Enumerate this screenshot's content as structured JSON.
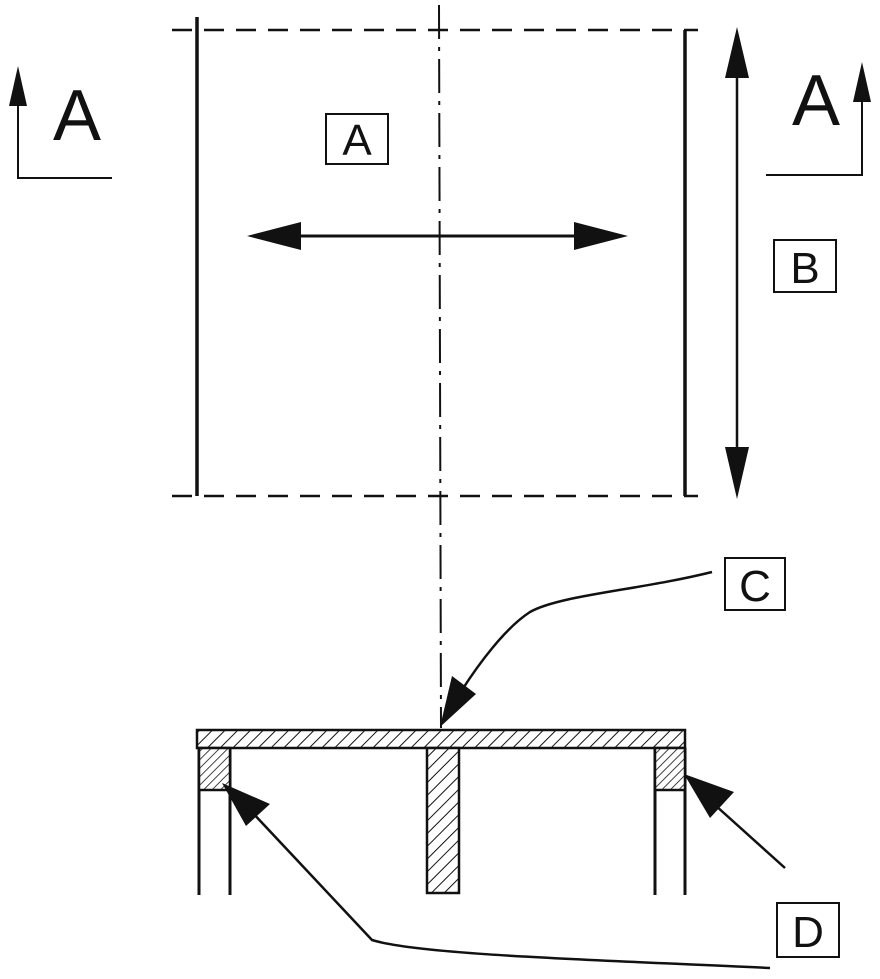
{
  "labels": {
    "section_left": "A",
    "section_right": "A",
    "box_a": "A",
    "box_b": "B",
    "box_c": "C",
    "box_d": "D"
  }
}
